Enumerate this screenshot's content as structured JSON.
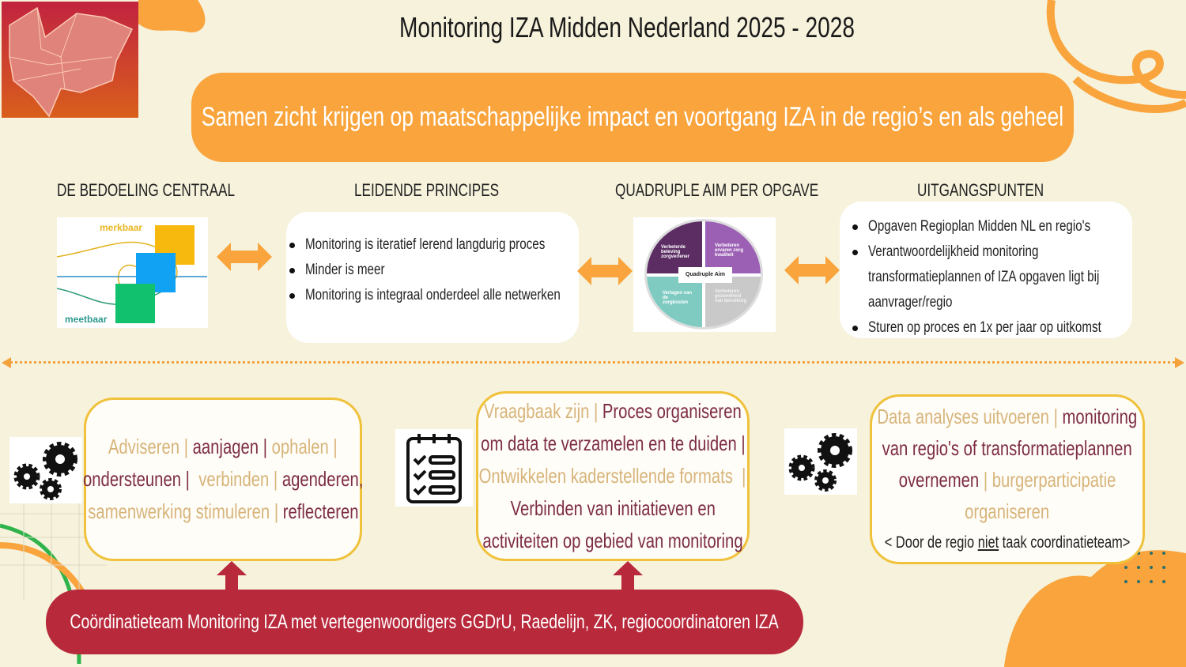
{
  "title": "Monitoring IZA Midden Nederland 2025 - 2028",
  "banner": "Samen zicht krijgen op maatschappelijke impact en voortgang IZA in de regio’s en als geheel",
  "sections": {
    "bedoeling": {
      "heading": "DE BEDOELING CENTRAAL",
      "label_top": "merkbaar",
      "label_bottom": "meetbaar"
    },
    "principes": {
      "heading": "LEIDENDE PRINCIPES",
      "items": [
        "Monitoring is iteratief lerend langdurig proces",
        "Minder is meer",
        "Monitoring is integraal onderdeel alle netwerken"
      ]
    },
    "quadruple": {
      "heading": "QUADRUPLE AIM PER OPGAVE",
      "center": "Quadruple Aim",
      "quadrants": [
        "Verbeterde beleving zorgverlener",
        "Verbeteren ervaren zorg kwaliteit",
        "Verlagen van de zorgkosten",
        "Verbeteren gezondheid van bevolking"
      ]
    },
    "uitgangspunten": {
      "heading": "UITGANGSPUNTEN",
      "items": [
        "Opgaven Regioplan Midden NL en regio's",
        "Verantwoordelijkheid monitoring",
        "transformatieplannen of IZA opgaven ligt bij",
        "aanvrager/regio",
        "Sturen op proces en 1x per jaar op uitkomst"
      ]
    }
  },
  "tasks": {
    "box1": {
      "lines": [
        [
          [
            "Adviseren ",
            "g"
          ],
          [
            "| ",
            "g"
          ],
          [
            "aanjagen ",
            "m"
          ],
          [
            "| ",
            "m"
          ],
          [
            "ophalen |",
            "g"
          ]
        ],
        [
          [
            "ondersteunen | ",
            "m"
          ],
          [
            " verbinden | ",
            "g"
          ],
          [
            "agenderen,",
            "m"
          ]
        ],
        [
          [
            "samenwerking stimuleren | ",
            "g"
          ],
          [
            "reflecteren",
            "m"
          ]
        ]
      ]
    },
    "box2": {
      "lines": [
        [
          [
            "Vraagbaak zijn | ",
            "g"
          ],
          [
            "Proces organiseren",
            "m"
          ]
        ],
        [
          [
            "om data te verzamelen en te duiden |",
            "m"
          ]
        ],
        [
          [
            "Ontwikkelen kaderstellende formats  |",
            "g"
          ]
        ],
        [
          [
            "Verbinden van initiatieven en",
            "m"
          ]
        ],
        [
          [
            "activiteiten op gebied van monitoring",
            "m"
          ]
        ]
      ]
    },
    "box3": {
      "lines": [
        [
          [
            "Data analyses uitvoeren | ",
            "g"
          ],
          [
            "monitoring",
            "m"
          ]
        ],
        [
          [
            "van regio's of transformatieplannen",
            "m"
          ]
        ],
        [
          [
            "overnemen ",
            "m"
          ],
          [
            "| burgerparticipatie",
            "g"
          ]
        ],
        [
          [
            "organiseren",
            "g"
          ]
        ]
      ],
      "note_pre": "< Door de regio ",
      "note_underline": "niet",
      "note_post": " taak coordinatieteam>"
    }
  },
  "coordination": "Coördinatieteam Monitoring IZA met vertegenwoordigers GGDrU, Raedelijn, ZK, regiocoordinatoren IZA",
  "colors": {
    "background": "#f6f2dc",
    "orange": "#f9a43c",
    "gold": "#d7b47a",
    "maroon": "#7d2d46",
    "red": "#b8293b",
    "border": "#f0c23b"
  }
}
